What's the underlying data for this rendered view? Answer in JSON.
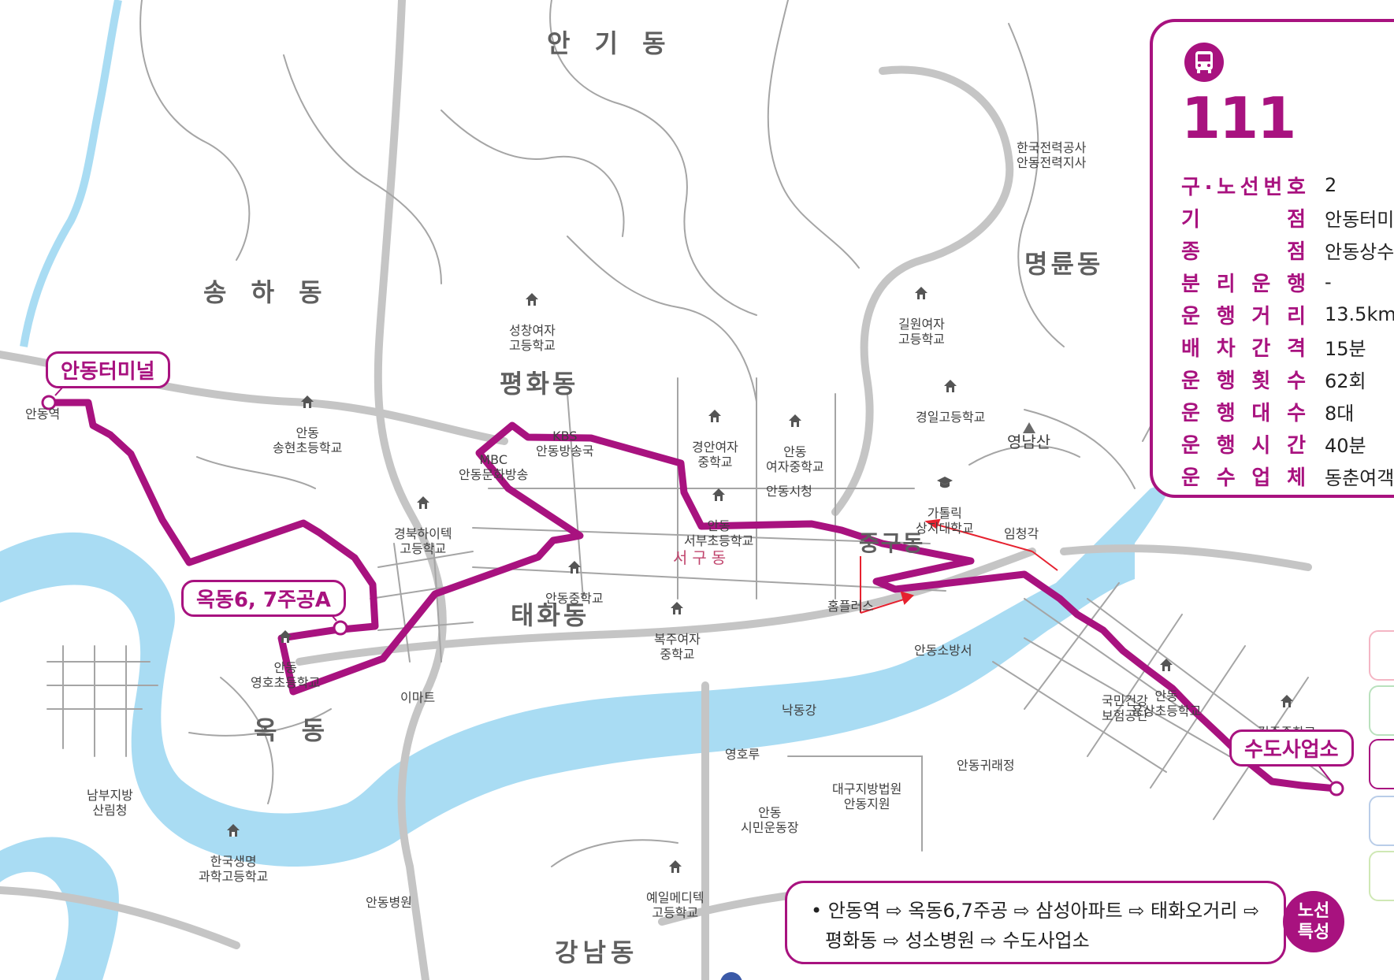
{
  "colors": {
    "route": "#a8127f",
    "river": "#a9dcf3",
    "road_major": "#c5c5c5",
    "road_minor": "#9a9a9a",
    "direction_arrow": "#e6212f",
    "district_text": "#5f5f5f"
  },
  "districts": {
    "angi": "안 기 동",
    "songha": "송 하 동",
    "pyeonghwa": "평화동",
    "myeongnyun": "명륜동",
    "taehwa": "태화동",
    "ok": "옥 동",
    "gangnam": "강남동",
    "junggu": "중구동",
    "seogu": "서구동"
  },
  "map_labels": {
    "kepco": "한국전력공사\n안동전력지사",
    "seongchang": "성창여자\n고등학교",
    "gilwon": "길원여자\n고등학교",
    "gyeongil": "경일고등학교",
    "yeongnamsan": "영남산",
    "songhyeon": "안동\n송현초등학교",
    "andong_station": "안동역",
    "kbs": "KBS\n안동방송국",
    "mbc": "MBC\n안동문화방송",
    "gyeongan": "경안여자\n중학교",
    "andong_girls_ms": "안동\n여자중학교",
    "catholic_univ": "가톨릭\n상지대학교",
    "gyeongbuk_hitech": "경북하이텍\n고등학교",
    "seobu_es": "안동\n서부초등학교",
    "city_hall": "안동시청",
    "imcheonggak": "임청각",
    "andong_ms": "안동중학교",
    "bokju": "복주여자\n중학교",
    "homeplus": "홈플러스",
    "yeongho_es": "안동\n영호초등학교",
    "emart": "이마트",
    "fire_station": "안동소방서",
    "yongsang_es": "안동\n용상초등학교",
    "nakdonggang": "낙동강",
    "nhis": "국민건강\n보험공단",
    "giljoo_ms": "길주중학교",
    "yeonghoru": "영호루",
    "gwiraejeong": "안동귀래정",
    "southern_forest": "남부지방\n산림청",
    "court": "대구지방법원\n안동지원",
    "stadium": "안동\n시민운동장",
    "korea_life_sci": "한국생명\n과학고등학교",
    "yeil_meditech": "예일메디텍\n고등학교",
    "andong_hospital": "안동병원"
  },
  "stops": {
    "start": "안동터미널",
    "mid": "옥동6, 7주공A",
    "end": "수도사업소"
  },
  "route_info": {
    "number": "111",
    "rows": [
      {
        "key": "구.노선번호",
        "value": "2"
      },
      {
        "key": "기점",
        "value": "안동터미널"
      },
      {
        "key": "종점",
        "value": "안동상수도"
      },
      {
        "key": "분리운행",
        "value": "-"
      },
      {
        "key": "운행거리",
        "value": "13.5km"
      },
      {
        "key": "배차간격",
        "value": "15분"
      },
      {
        "key": "운행횟수",
        "value": "62회"
      },
      {
        "key": "운행대수",
        "value": "8대"
      },
      {
        "key": "운행시간",
        "value": "40분"
      },
      {
        "key": "운수업체",
        "value": "동춘여객"
      }
    ]
  },
  "route_feature": {
    "line1": "• 안동역 ⇨ 옥동6,7주공 ⇨ 삼성아파트 ⇨ 태화오거리 ⇨",
    "line2": "평화동 ⇨ 성소병원 ⇨ 수도사업소",
    "badge": "노선\n특성"
  },
  "icons": {
    "bus": "bus-icon",
    "school": "school-icon",
    "university": "graduation-cap-icon",
    "mountain": "mountain-peak-icon"
  }
}
